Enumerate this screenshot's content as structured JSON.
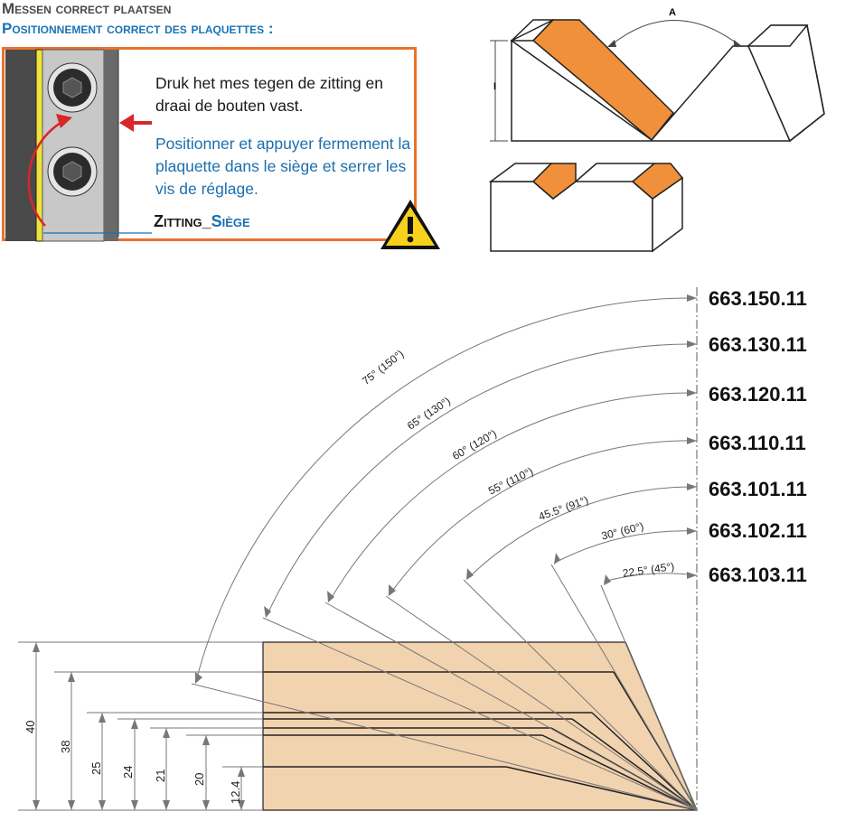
{
  "header": {
    "title_nl": "Messen correct plaatsen",
    "title_fr": "Positionnement correct des plaquettes :"
  },
  "instructions": {
    "nl": "Druk het mes tegen de zitting en draai de bouten vast.",
    "fr": "Positionner et appuyer fermement la plaquette dans le siège et serrer les vis de réglage.",
    "seat_nl": "Zitting",
    "seat_sep": "_",
    "seat_fr": "Siège"
  },
  "sketch_labels": {
    "angle": "A",
    "height": "I"
  },
  "products": [
    {
      "code": "663.150.11",
      "angle_label": "75° (150°)",
      "height": "40"
    },
    {
      "code": "663.130.11",
      "angle_label": "65° (130°)",
      "height": "38"
    },
    {
      "code": "663.120.11",
      "angle_label": "60° (120°)",
      "height": "25"
    },
    {
      "code": "663.110.11",
      "angle_label": "55° (110°)",
      "height": "24"
    },
    {
      "code": "663.101.11",
      "angle_label": "45.5° (91°)",
      "height": "21"
    },
    {
      "code": "663.102.11",
      "angle_label": "30° (60°)",
      "height": "20"
    },
    {
      "code": "663.103.11",
      "angle_label": "22.5° (45°)",
      "height": "12.4"
    }
  ],
  "colors": {
    "accent": "#e8732c",
    "blue": "#1a6fae",
    "wood": "#f2d3b0",
    "warning": "#f6d21a"
  }
}
